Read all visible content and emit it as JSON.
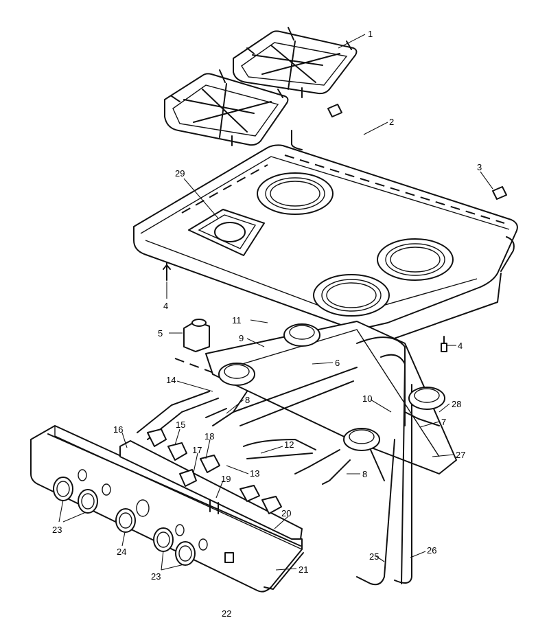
{
  "header_text": "",
  "callouts": [
    {
      "id": "callout-1",
      "text": "1"
    },
    {
      "id": "callout-2",
      "text": "2"
    },
    {
      "id": "callout-3",
      "text": "3"
    },
    {
      "id": "callout-29",
      "text": "29"
    },
    {
      "id": "callout-4a",
      "text": "4"
    },
    {
      "id": "callout-11",
      "text": "11"
    },
    {
      "id": "callout-5",
      "text": "5"
    },
    {
      "id": "callout-9",
      "text": "9"
    },
    {
      "id": "callout-6",
      "text": "6"
    },
    {
      "id": "callout-4b",
      "text": "4"
    },
    {
      "id": "callout-14",
      "text": "14"
    },
    {
      "id": "callout-8a",
      "text": "8"
    },
    {
      "id": "callout-10",
      "text": "10"
    },
    {
      "id": "callout-28",
      "text": "28"
    },
    {
      "id": "callout-7",
      "text": "7"
    },
    {
      "id": "callout-16",
      "text": "16"
    },
    {
      "id": "callout-15",
      "text": "15"
    },
    {
      "id": "callout-18",
      "text": "18"
    },
    {
      "id": "callout-12",
      "text": "12"
    },
    {
      "id": "callout-27",
      "text": "27"
    },
    {
      "id": "callout-17",
      "text": "17"
    },
    {
      "id": "callout-13",
      "text": "13"
    },
    {
      "id": "callout-8b",
      "text": "8"
    },
    {
      "id": "callout-19",
      "text": "19"
    },
    {
      "id": "callout-20",
      "text": "20"
    },
    {
      "id": "callout-23a",
      "text": "23"
    },
    {
      "id": "callout-24",
      "text": "24"
    },
    {
      "id": "callout-26",
      "text": "26"
    },
    {
      "id": "callout-25",
      "text": "25"
    },
    {
      "id": "callout-23b",
      "text": "23"
    },
    {
      "id": "callout-21",
      "text": "21"
    },
    {
      "id": "callout-22",
      "text": "22"
    }
  ]
}
